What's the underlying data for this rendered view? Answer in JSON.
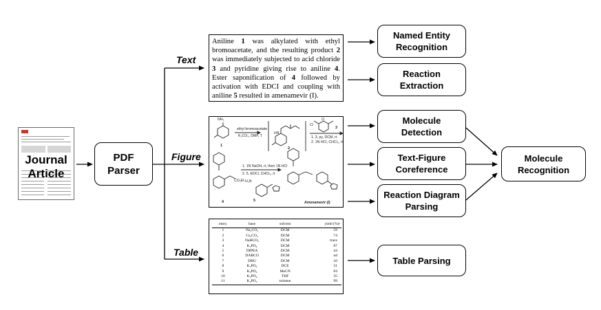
{
  "article": {
    "line1": "Journal",
    "line2": "Article"
  },
  "parser": {
    "label": "PDF\nParser"
  },
  "branches": {
    "text": "Text",
    "figure": "Figure",
    "table": "Table"
  },
  "text_passage": [
    {
      "t": "Aniline "
    },
    {
      "b": "1"
    },
    {
      "t": " was alkylated with ethyl bromoacetate, and the resulting product "
    },
    {
      "b": "2"
    },
    {
      "t": " was immediately subjected to acid chloride "
    },
    {
      "b": "3"
    },
    {
      "t": " and pyridine giving rise to aniline "
    },
    {
      "b": "4"
    },
    {
      "t": ". Ester saponification of "
    },
    {
      "b": "4"
    },
    {
      "t": " followed by activation with EDCI and coupling with aniline "
    },
    {
      "b": "5"
    },
    {
      "t": " resulted in amenamevir (I)."
    }
  ],
  "figure": {
    "nh2": "NH₂",
    "step1_top": "ethyl bromoacetate",
    "step1_bottom": "K₂CO₃, DMF, T",
    "step2_a": "1. 3, py, DCM, rt",
    "step2_b": "2. 1N HCl, CHCl₃, rt",
    "step3_a": "1. 1N NaOH, rt, then 1N HCl",
    "step3_b": "2. 5, EDCI, CHCl₃, rt",
    "h2n": "H₂N",
    "cl": "Cl",
    "o": "O",
    "co2et": "CO₂Et",
    "hn": "HN",
    "num1": "1",
    "num2": "2",
    "num3": "3",
    "num4": "4",
    "num5": "5",
    "product": "Amenamevir (I)"
  },
  "table": {
    "headers": [
      "entry",
      "base",
      "solvent",
      "yield (%)ᵃ"
    ],
    "rows": [
      [
        "1",
        "Na₂CO₃",
        "DCM",
        "59"
      ],
      [
        "2",
        "Cs₂CO₃",
        "DCM",
        "74"
      ],
      [
        "3",
        "NaHCO₃",
        "DCM",
        "trace"
      ],
      [
        "4",
        "K₃PO₄",
        "DCM",
        "87"
      ],
      [
        "5",
        "DIPEA",
        "DCM",
        "44"
      ],
      [
        "6",
        "DABCO",
        "DCM",
        "nd"
      ],
      [
        "7",
        "DBU",
        "DCM",
        "10"
      ],
      [
        "8",
        "K₃PO₄",
        "DCE",
        "31"
      ],
      [
        "9",
        "K₃PO₄",
        "MeCN",
        "84"
      ],
      [
        "10",
        "K₃PO₄",
        "THF",
        "35"
      ],
      [
        "11",
        "K₃PO₄",
        "toluene",
        "99"
      ]
    ]
  },
  "tasks": {
    "ner": "Named Entity\nRecognition",
    "reaction_extraction": "Reaction\nExtraction",
    "molecule_detection": "Molecule\nDetection",
    "coreference": "Text-Figure\nCoreference",
    "diagram_parsing": "Reaction Diagram\nParsing",
    "molecule_recognition": "Molecule\nRecognition",
    "table_parsing": "Table Parsing"
  }
}
